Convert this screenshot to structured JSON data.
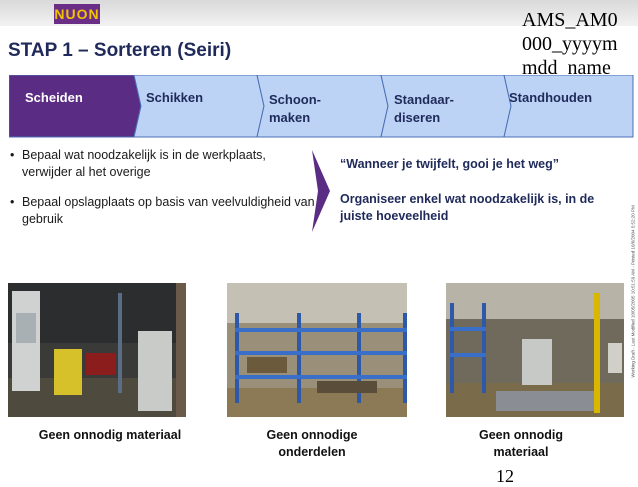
{
  "header": {
    "logo_text": "NUON",
    "doc_id": "AMS_AM0 000_yyyym mdd_name"
  },
  "title": "STAP 1 – Sorteren (Seiri)",
  "steps": [
    {
      "label": "Scheiden",
      "active": true
    },
    {
      "label": "Schikken",
      "active": false
    },
    {
      "label": "Schoon-\nmaken",
      "active": false
    },
    {
      "label": "Standaar-\ndiseren",
      "active": false
    },
    {
      "label": "Standhouden",
      "active": false
    }
  ],
  "bullets": [
    "Bepaal wat noodzakelijk is in de werkplaats, verwijder al het overige",
    "Bepaal opslagplaats op basis van veelvuldigheid van gebruik"
  ],
  "quote": "“Wanneer je twijfelt, gooi je het weg”",
  "note": "Organiseer enkel wat noodzakelijk is, in de juiste hoeveelheid",
  "side_text": "Working Draft - Last Modified 10/05/2005 10:51:59 AM - Printed 10/6/2004 5:52:20 PM",
  "photos": [
    {
      "caption": "Geen onnodig materiaal"
    },
    {
      "caption": "Geen onnodige onderdelen"
    },
    {
      "caption": "Geen onnodig materiaal"
    }
  ],
  "page_number": "12",
  "colors": {
    "active_step": "#5b2c83",
    "inactive_step": "#bcd3f5",
    "step_border": "#4a6fb5",
    "navy": "#1f2a5a"
  }
}
